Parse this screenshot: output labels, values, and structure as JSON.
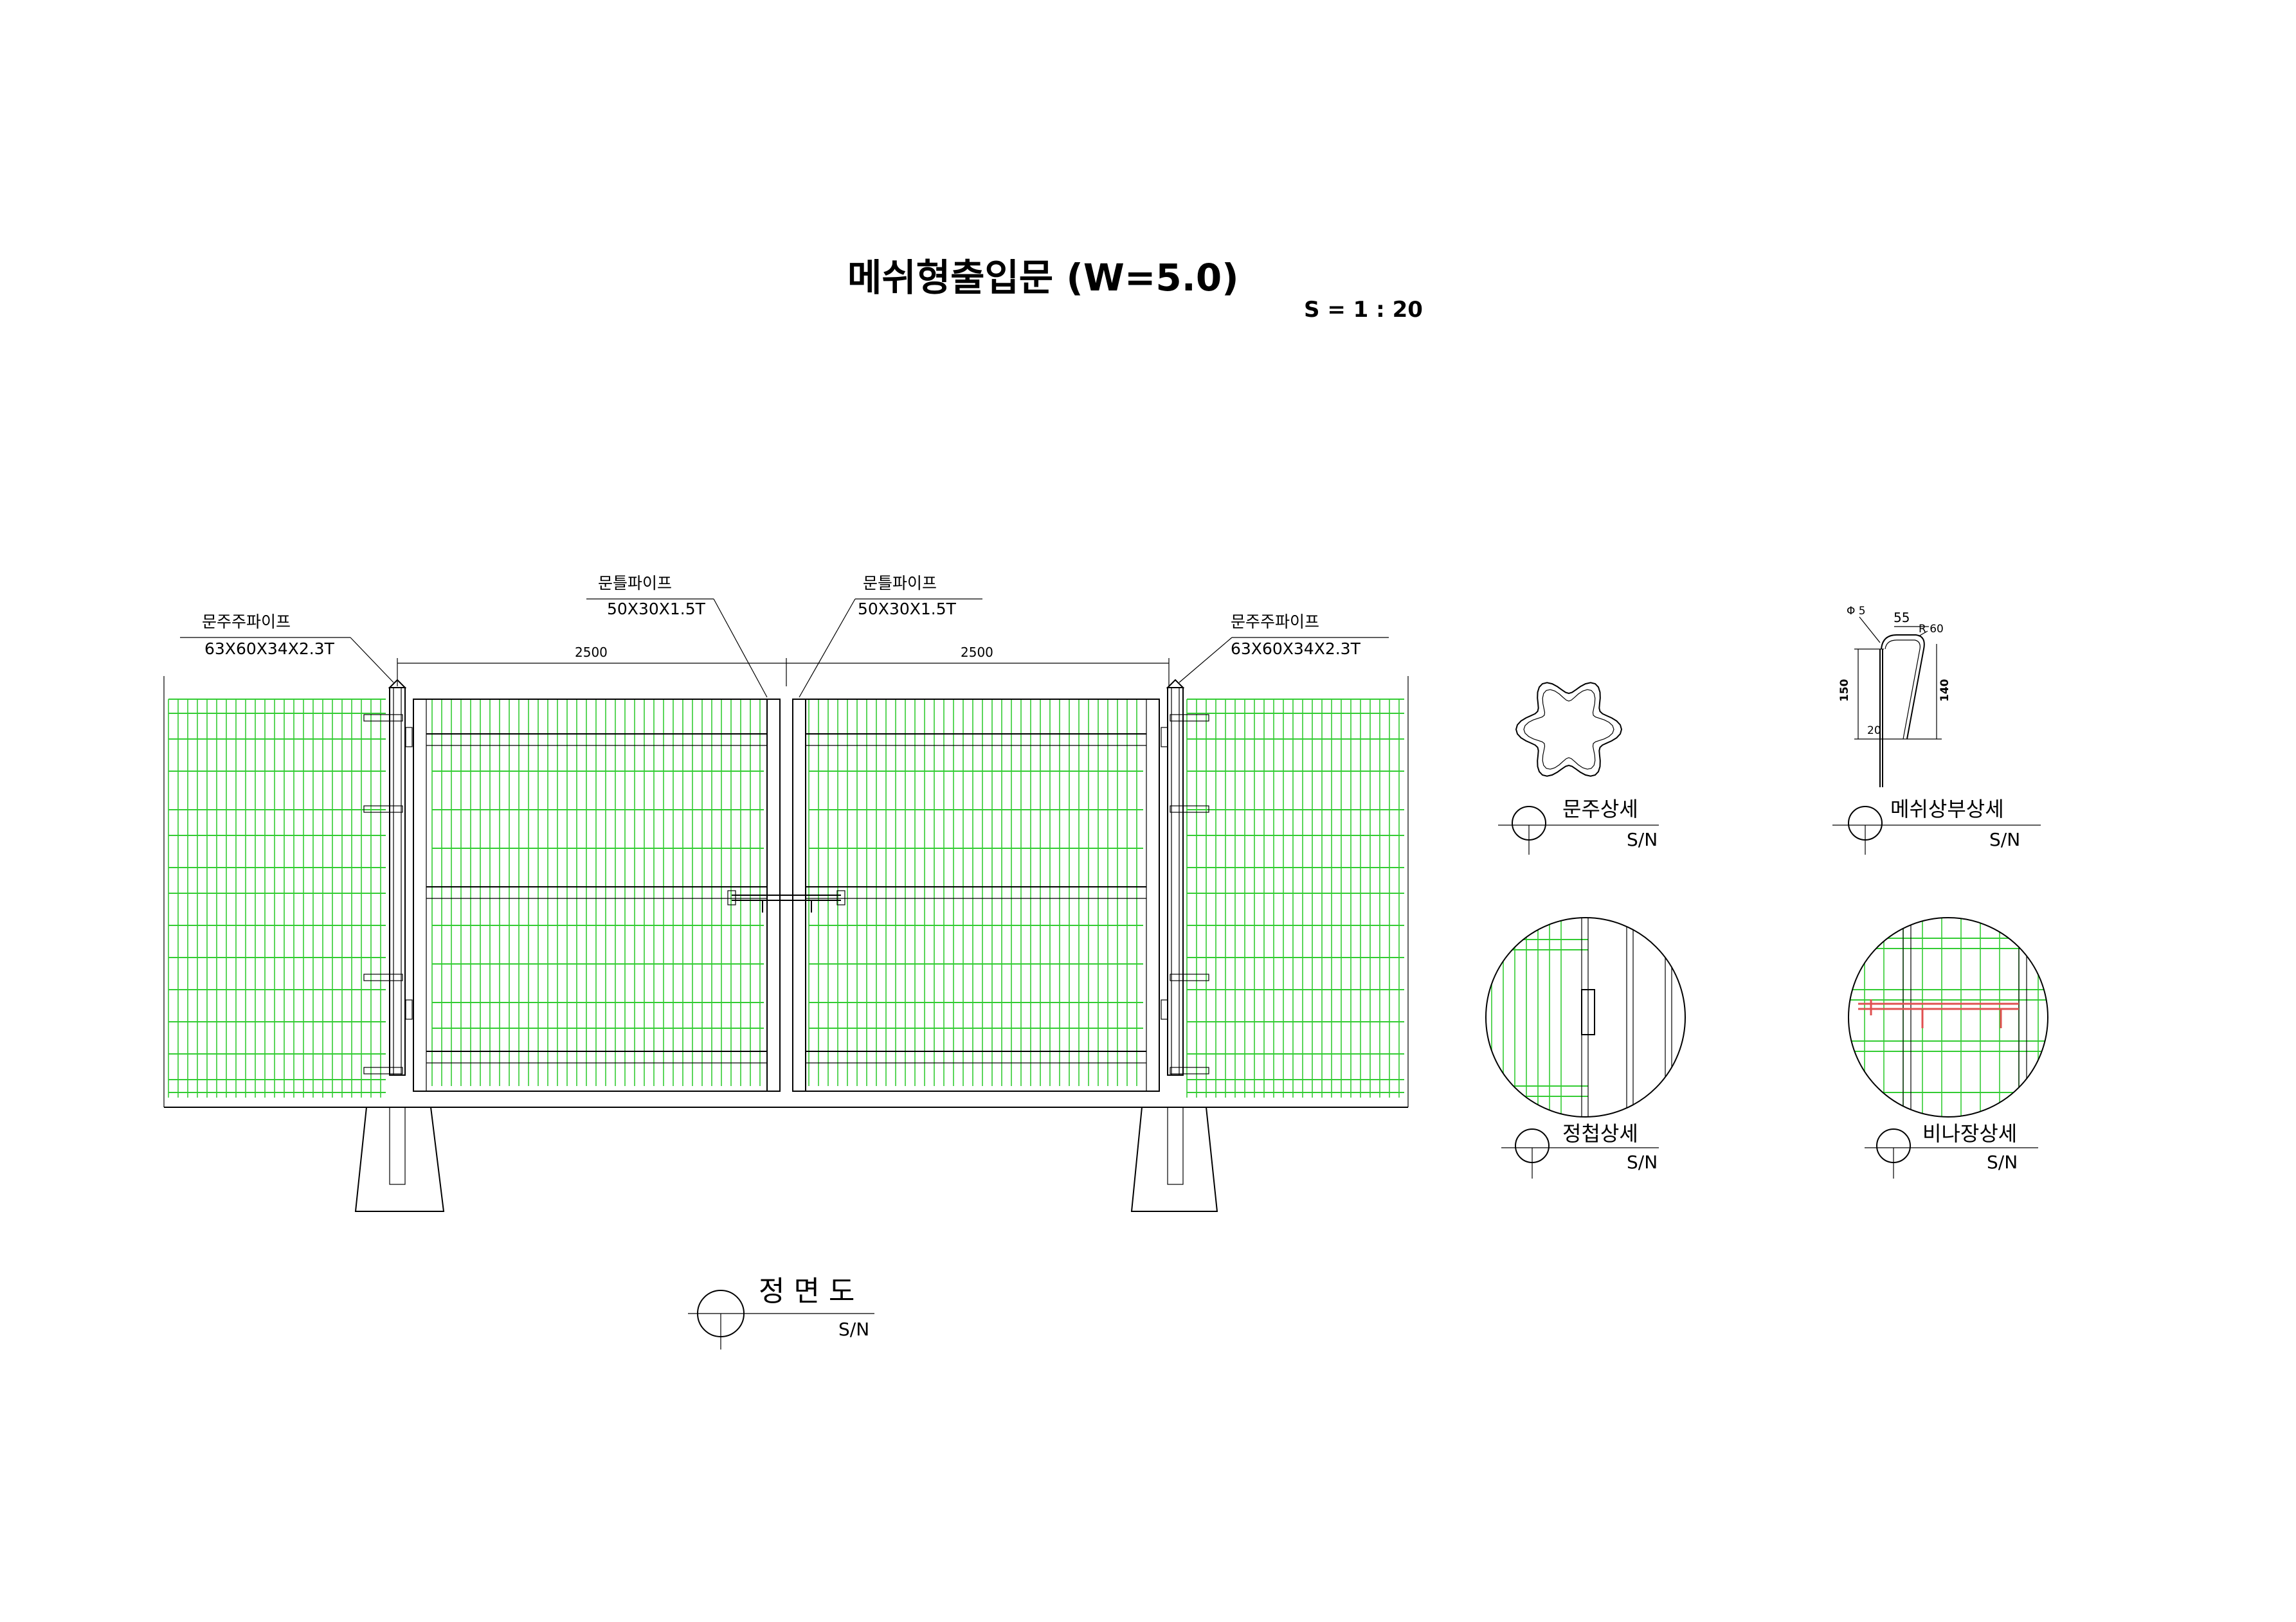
{
  "title": "메쉬형출입문 (W=5.0)",
  "scale": "S = 1 : 20",
  "labels": {
    "post_left_name": "문주주파이프",
    "post_left_spec": "63X60X34X2.3T",
    "frame_left_name": "문틀파이프",
    "frame_left_spec": "50X30X1.5T",
    "frame_right_name": "문틀파이프",
    "frame_right_spec": "50X30X1.5T",
    "post_right_name": "문주주파이프",
    "post_right_spec": "63X60X34X2.3T"
  },
  "dimensions": {
    "left_leaf": "2500",
    "right_leaf": "2500"
  },
  "mesh_top_detail": {
    "phi": "Φ 5",
    "width": "55",
    "radius": "R 60",
    "height_outer": "150",
    "height_inner": "140",
    "bottom": "20"
  },
  "details": [
    {
      "name": "문주상세",
      "scale": "S/N"
    },
    {
      "name": "메쉬상부상세",
      "scale": "S/N"
    },
    {
      "name": "정첩상세",
      "scale": "S/N"
    },
    {
      "name": "비나장상세",
      "scale": "S/N"
    }
  ],
  "front_view": {
    "name": "정 면 도",
    "scale": "S/N"
  },
  "colors": {
    "mesh": "#33cc33",
    "detail_highlight": "#e05050",
    "line": "#000000"
  }
}
